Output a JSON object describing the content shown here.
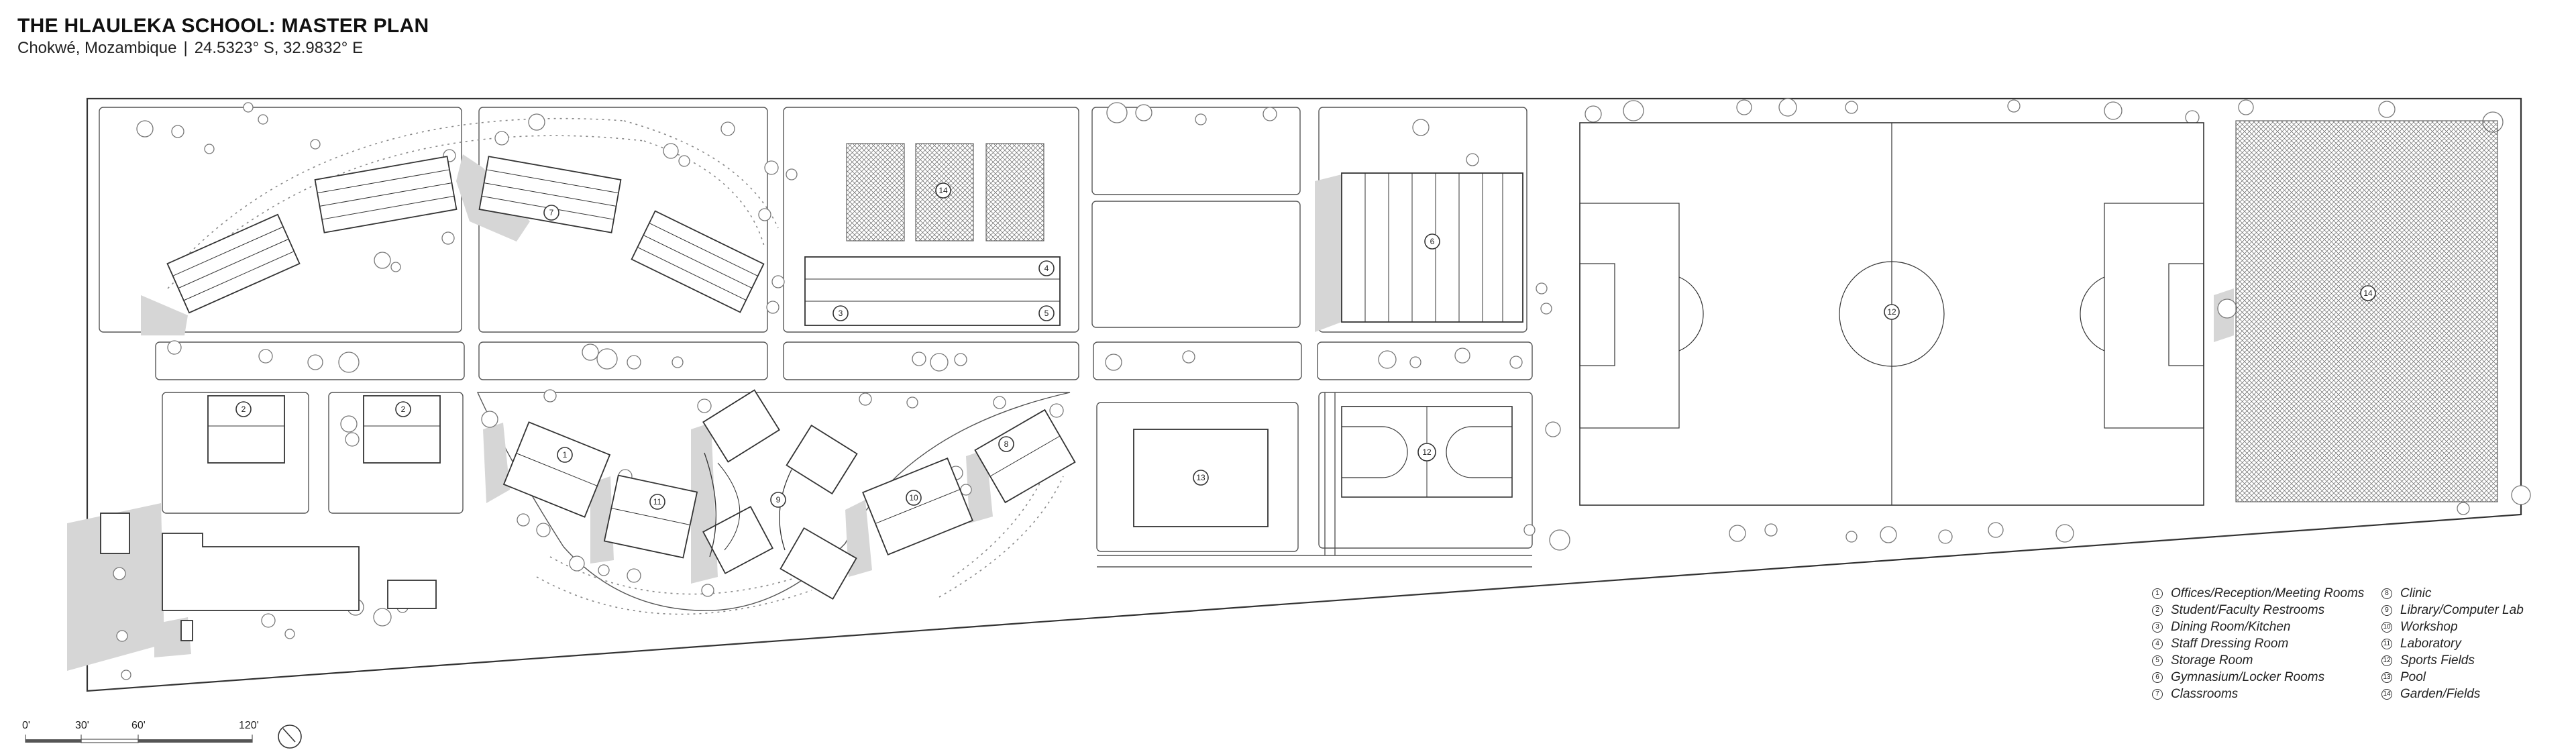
{
  "header": {
    "title": "THE HLAULEKA SCHOOL: MASTER PLAN",
    "location": "Chokwé, Mozambique",
    "coordinates": "24.5323° S, 32.9832° E"
  },
  "legend": {
    "col1": [
      {
        "num": "1",
        "label": "Offices/Reception/Meeting Rooms"
      },
      {
        "num": "2",
        "label": "Student/Faculty Restrooms"
      },
      {
        "num": "3",
        "label": "Dining Room/Kitchen"
      },
      {
        "num": "4",
        "label": "Staff Dressing Room"
      },
      {
        "num": "5",
        "label": "Storage Room"
      },
      {
        "num": "6",
        "label": "Gymnasium/Locker Rooms"
      },
      {
        "num": "7",
        "label": "Classrooms"
      }
    ],
    "col2": [
      {
        "num": "8",
        "label": "Clinic"
      },
      {
        "num": "9",
        "label": "Library/Computer Lab"
      },
      {
        "num": "10",
        "label": "Workshop"
      },
      {
        "num": "11",
        "label": "Laboratory"
      },
      {
        "num": "12",
        "label": "Sports Fields"
      },
      {
        "num": "13",
        "label": "Pool"
      },
      {
        "num": "14",
        "label": "Garden/Fields"
      }
    ]
  },
  "scale_bar": {
    "labels": [
      "0'",
      "30'",
      "60'",
      "120'"
    ]
  },
  "map_labels": {
    "gardens_small": "14",
    "dining": "3",
    "staff_dressing": "4",
    "storage": "5",
    "gym": "6",
    "classrooms": "7",
    "restroom_a": "2",
    "restroom_b": "2",
    "office": "1",
    "lab": "11",
    "library": "9",
    "workshop": "10",
    "clinic": "8",
    "pool": "13",
    "court": "12",
    "football": "12",
    "garden_large": "14"
  },
  "colors": {
    "line": "#333333",
    "shadow": "#d6d6d6",
    "ink": "#1a1a1a"
  }
}
